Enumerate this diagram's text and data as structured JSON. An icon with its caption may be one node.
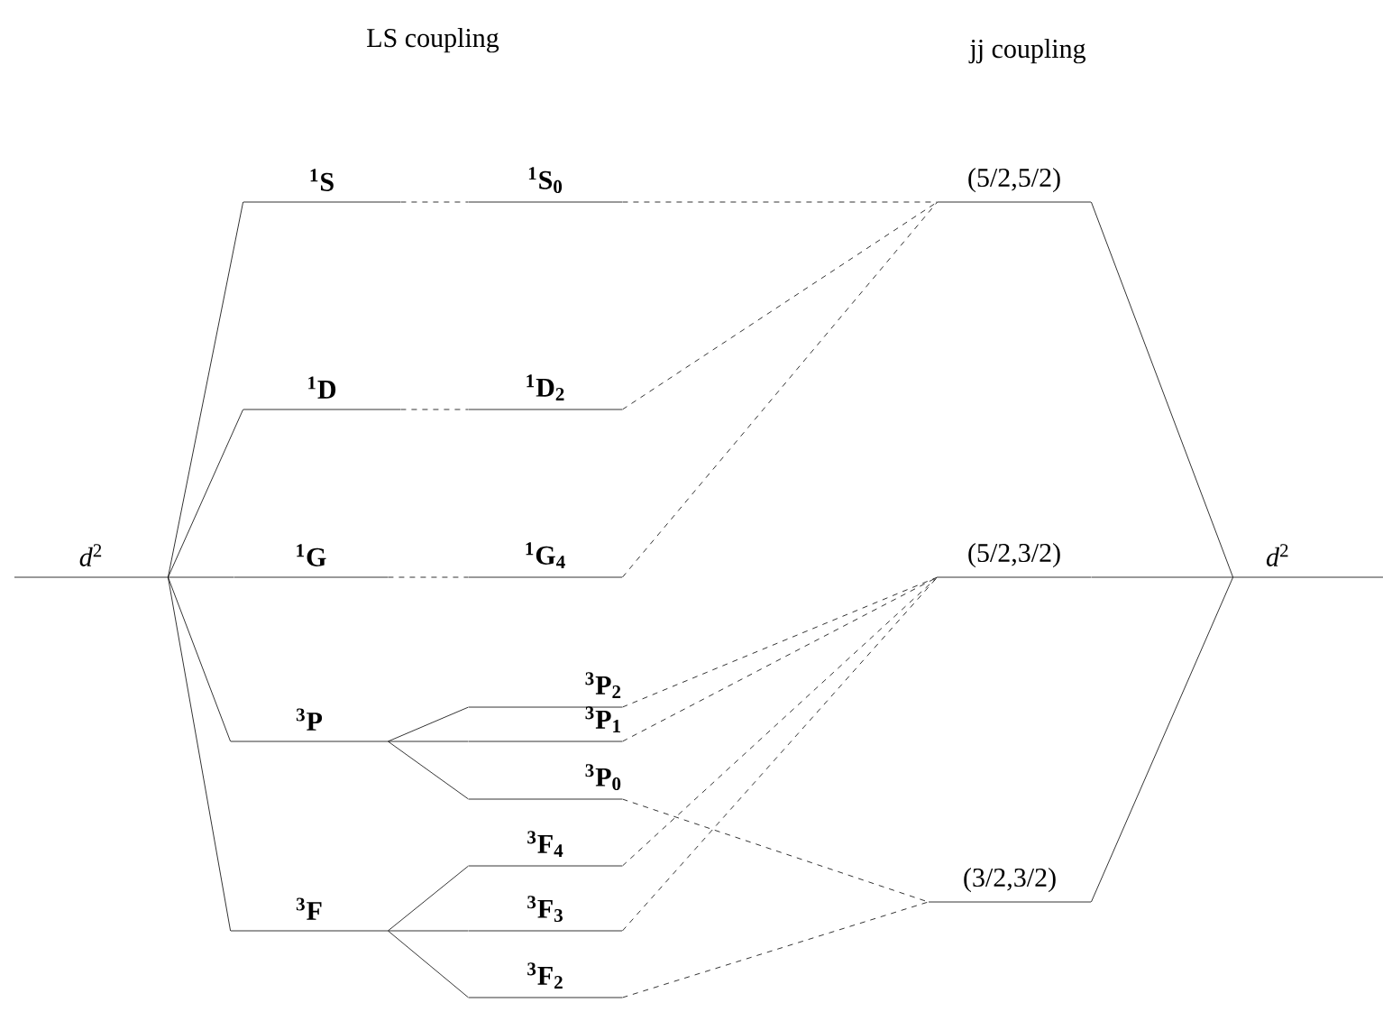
{
  "diagram": {
    "nodes": [
      {
        "text": [
          "*d*$^{2}$"
        ]
      },
      {
        "text": [
          "$^{1}$S"
        ]
      },
      {
        "text": [
          "$^{1}$D"
        ]
      },
      {
        "text": [
          "$^{1}$G"
        ]
      },
      {
        "text": [
          "$^{3}$P"
        ]
      },
      {
        "text": [
          "$^{3}$F"
        ]
      },
      {
        "text": [
          "$^{1}$S$_{0}$"
        ]
      },
      {
        "text": [
          "$^{1}$D$_{2}$"
        ]
      },
      {
        "text": [
          "$^{1}$G$_{4}$"
        ]
      },
      {
        "text": [
          "$^{3}$P$_{2}$"
        ]
      },
      {
        "text": [
          "$^{3}$P$_{1}$"
        ]
      },
      {
        "text": [
          "$^{3}$P$_{0}$"
        ]
      },
      {
        "text": [
          "$^{3}$F$_{4}$"
        ]
      },
      {
        "text": [
          "$^{3}$F$_{3}$"
        ]
      },
      {
        "text": [
          "$^{3}$F$_{2}$"
        ]
      },
      {
        "text": [
          "(5/2,5/2)"
        ]
      },
      {
        "text": [
          "(5/2,3/2)"
        ]
      },
      {
        "text": [
          "(3/2,3/2)"
        ]
      },
      {
        "text": [
          "*d*$^{2}$"
        ]
      }
    ],
    "edges": [
      {
        "from": 0,
        "to": 1,
        "arrow": "none"
      },
      {
        "from": 0,
        "to": 2,
        "arrow": "none"
      },
      {
        "from": 0,
        "to": 3,
        "arrow": "none"
      },
      {
        "from": 0,
        "to": 4,
        "arrow": "none"
      },
      {
        "from": 0,
        "to": 5,
        "arrow": "none"
      },
      {
        "from": 1,
        "to": 6,
        "arrow": "none",
        "style": "dashed"
      },
      {
        "from": 2,
        "to": 7,
        "arrow": "none",
        "style": "dashed"
      },
      {
        "from": 3,
        "to": 8,
        "arrow": "none",
        "style": "dashed"
      },
      {
        "from": 4,
        "to": 9,
        "arrow": "none"
      },
      {
        "from": 4,
        "to": 10,
        "arrow": "none"
      },
      {
        "from": 4,
        "to": 11,
        "arrow": "none"
      },
      {
        "from": 5,
        "to": 12,
        "arrow": "none"
      },
      {
        "from": 5,
        "to": 13,
        "arrow": "none"
      },
      {
        "from": 5,
        "to": 14,
        "arrow": "none"
      },
      {
        "from": 6,
        "to": 15,
        "arrow": "none",
        "style": "dashed"
      },
      {
        "from": 7,
        "to": 15,
        "arrow": "none",
        "style": "dashed"
      },
      {
        "from": 8,
        "to": 15,
        "arrow": "none",
        "style": "dashed"
      },
      {
        "from": 9,
        "to": 16,
        "arrow": "none",
        "style": "dashed"
      },
      {
        "from": 10,
        "to": 16,
        "arrow": "none",
        "style": "dashed"
      },
      {
        "from": 12,
        "to": 16,
        "arrow": "none",
        "style": "dashed"
      },
      {
        "from": 13,
        "to": 16,
        "arrow": "none",
        "style": "dashed"
      },
      {
        "from": 11,
        "to": 17,
        "arrow": "none",
        "style": "dashed"
      },
      {
        "from": 14,
        "to": 17,
        "arrow": "none",
        "style": "dashed"
      },
      {
        "from": 15,
        "to": 18,
        "arrow": "none"
      },
      {
        "from": 16,
        "to": 18,
        "arrow": "none"
      },
      {
        "from": 17,
        "to": 18,
        "arrow": "none"
      }
    ],
    "labels": [
      "LS coupling",
      "jj coupling"
    ]
  }
}
